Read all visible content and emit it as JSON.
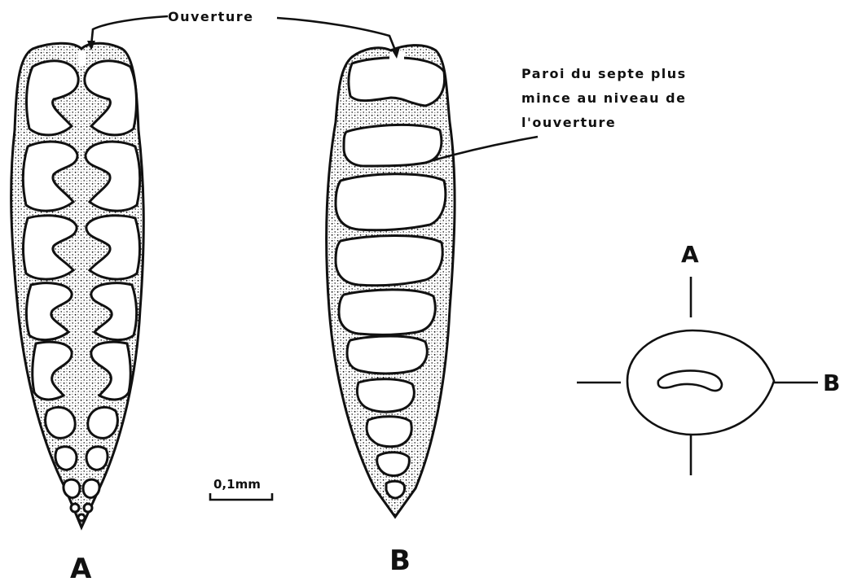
{
  "labels": {
    "ouverture": "Ouverture",
    "paroi_line1": "Paroi du septe plus",
    "paroi_line2": "mince au niveau de",
    "paroi_line3": "l'ouverture",
    "scale_bar": "0,1mm",
    "section_a": "A",
    "section_b": "B",
    "axis_a": "A",
    "axis_b": "B"
  }
}
